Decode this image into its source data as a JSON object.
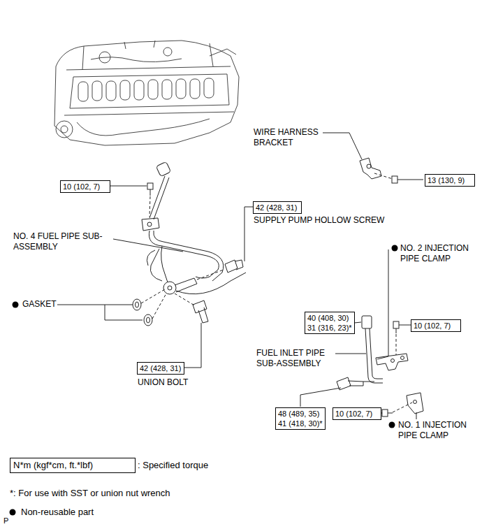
{
  "diagram": {
    "nodes": [
      {
        "text": [
          "10 (102, 7)"
        ]
      },
      {
        "text": [
          "13 (130, 9)"
        ]
      },
      {
        "text": [
          "42 (428, 31)"
        ]
      },
      {
        "text": [
          "40 (408, 30)",
          "31 (316, 23)*"
        ]
      },
      {
        "text": [
          "10 (102, 7)"
        ]
      },
      {
        "text": [
          "42 (428, 31)"
        ]
      },
      {
        "text": [
          "48 (489, 35)",
          "41 (418, 30)*"
        ]
      },
      {
        "text": [
          "10 (102, 7)"
        ]
      },
      {
        "text": [
          "N*m (kgf*cm, ft.*lbf)"
        ]
      }
    ],
    "labels": [
      "WIRE HARNESS BRACKET",
      "NO. 4 FUEL PIPE SUB-ASSEMBLY",
      "SUPPLY PUMP HOLLOW SCREW",
      "GASKET",
      "NO. 2 INJECTION PIPE CLAMP",
      "FUEL INLET PIPE SUB-ASSEMBLY",
      "UNION BOLT",
      "NO. 1 INJECTION PIPE CLAMP",
      "P"
    ],
    "legend": [
      {
        "text": ": Specified torque"
      },
      {
        "text": "*: For use with SST or union nut wrench"
      },
      {
        "text": "Non-reusable part"
      }
    ]
  }
}
